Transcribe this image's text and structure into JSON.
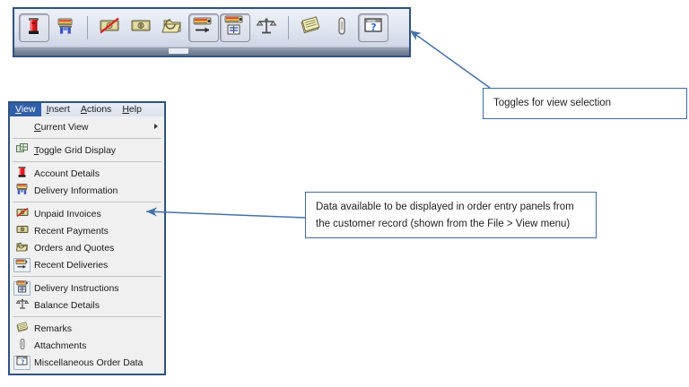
{
  "toolbar": {
    "name": "view-toggles-toolbar",
    "border_color": "#2e5280",
    "buttons": [
      {
        "name": "account-details-toggle",
        "icon": "red-pillar-icon",
        "state": "pressed"
      },
      {
        "name": "delivery-information-toggle",
        "icon": "delivery-stand-icon",
        "state": "normal"
      },
      {
        "separator_after": true
      },
      {
        "name": "unpaid-invoices-toggle",
        "icon": "banknote-crossed-icon",
        "state": "normal"
      },
      {
        "name": "recent-payments-toggle",
        "icon": "banknote-icon",
        "state": "normal"
      },
      {
        "name": "orders-and-quotes-toggle",
        "icon": "folder-arrow-icon",
        "state": "normal"
      },
      {
        "name": "recent-deliveries-toggle",
        "icon": "truck-arrow-icon",
        "state": "pressed"
      },
      {
        "name": "delivery-instructions-toggle",
        "icon": "truck-note-icon",
        "state": "pressed"
      },
      {
        "name": "balance-details-toggle",
        "icon": "scales-icon",
        "state": "normal"
      },
      {
        "separator_after": true
      },
      {
        "name": "remarks-toggle",
        "icon": "note-pages-icon",
        "state": "normal"
      },
      {
        "name": "attachments-toggle",
        "icon": "paperclip-icon",
        "state": "normal"
      },
      {
        "name": "misc-order-data-toggle",
        "icon": "window-question-icon",
        "state": "pressed"
      }
    ]
  },
  "menu": {
    "name": "view-menu",
    "menubar": [
      {
        "label": "View",
        "mnemonic": "V",
        "active": true
      },
      {
        "label": "Insert",
        "mnemonic": "I",
        "active": false
      },
      {
        "label": "Actions",
        "mnemonic": "A",
        "active": false
      },
      {
        "label": "Help",
        "mnemonic": "H",
        "active": false
      }
    ],
    "items": [
      {
        "label": "Current View",
        "mnemonic": "C",
        "icon": null,
        "indent": true,
        "submenu": true,
        "framed": false
      },
      {
        "separator": true
      },
      {
        "label": "Toggle Grid Display",
        "mnemonic": "T",
        "icon": "grid-display-icon",
        "indent": false,
        "submenu": false,
        "framed": false
      },
      {
        "separator": true
      },
      {
        "label": "Account Details",
        "icon": "red-pillar-icon",
        "indent": false,
        "submenu": false,
        "framed": false
      },
      {
        "label": "Delivery Information",
        "icon": "delivery-stand-icon",
        "indent": false,
        "submenu": false,
        "framed": false
      },
      {
        "separator": true
      },
      {
        "label": "Unpaid Invoices",
        "icon": "banknote-crossed-icon",
        "indent": false,
        "submenu": false,
        "framed": false
      },
      {
        "label": "Recent Payments",
        "icon": "banknote-icon",
        "indent": false,
        "submenu": false,
        "framed": false
      },
      {
        "label": "Orders and Quotes",
        "icon": "folder-arrow-icon",
        "indent": false,
        "submenu": false,
        "framed": false
      },
      {
        "label": "Recent Deliveries",
        "icon": "truck-arrow-icon",
        "indent": false,
        "submenu": false,
        "framed": true
      },
      {
        "separator": true
      },
      {
        "label": "Delivery Instructions",
        "icon": "truck-note-icon",
        "indent": false,
        "submenu": false,
        "framed": true
      },
      {
        "label": "Balance Details",
        "icon": "scales-icon",
        "indent": false,
        "submenu": false,
        "framed": false
      },
      {
        "separator": true
      },
      {
        "label": "Remarks",
        "icon": "note-pages-icon",
        "indent": false,
        "submenu": false,
        "framed": false
      },
      {
        "label": "Attachments",
        "icon": "paperclip-icon",
        "indent": false,
        "submenu": false,
        "framed": false
      },
      {
        "label": "Miscellaneous Order Data",
        "icon": "window-question-icon",
        "indent": false,
        "submenu": false,
        "framed": true
      }
    ]
  },
  "callouts": {
    "toggles": {
      "name": "callout-toggles-for-view-selection",
      "text": "Toggles for view selection"
    },
    "data": {
      "name": "callout-data-available",
      "line1": "Data available to be displayed in order entry panels from",
      "line2": "the customer record (shown from the File > View menu)"
    }
  },
  "annotation_color": "#4472a8"
}
